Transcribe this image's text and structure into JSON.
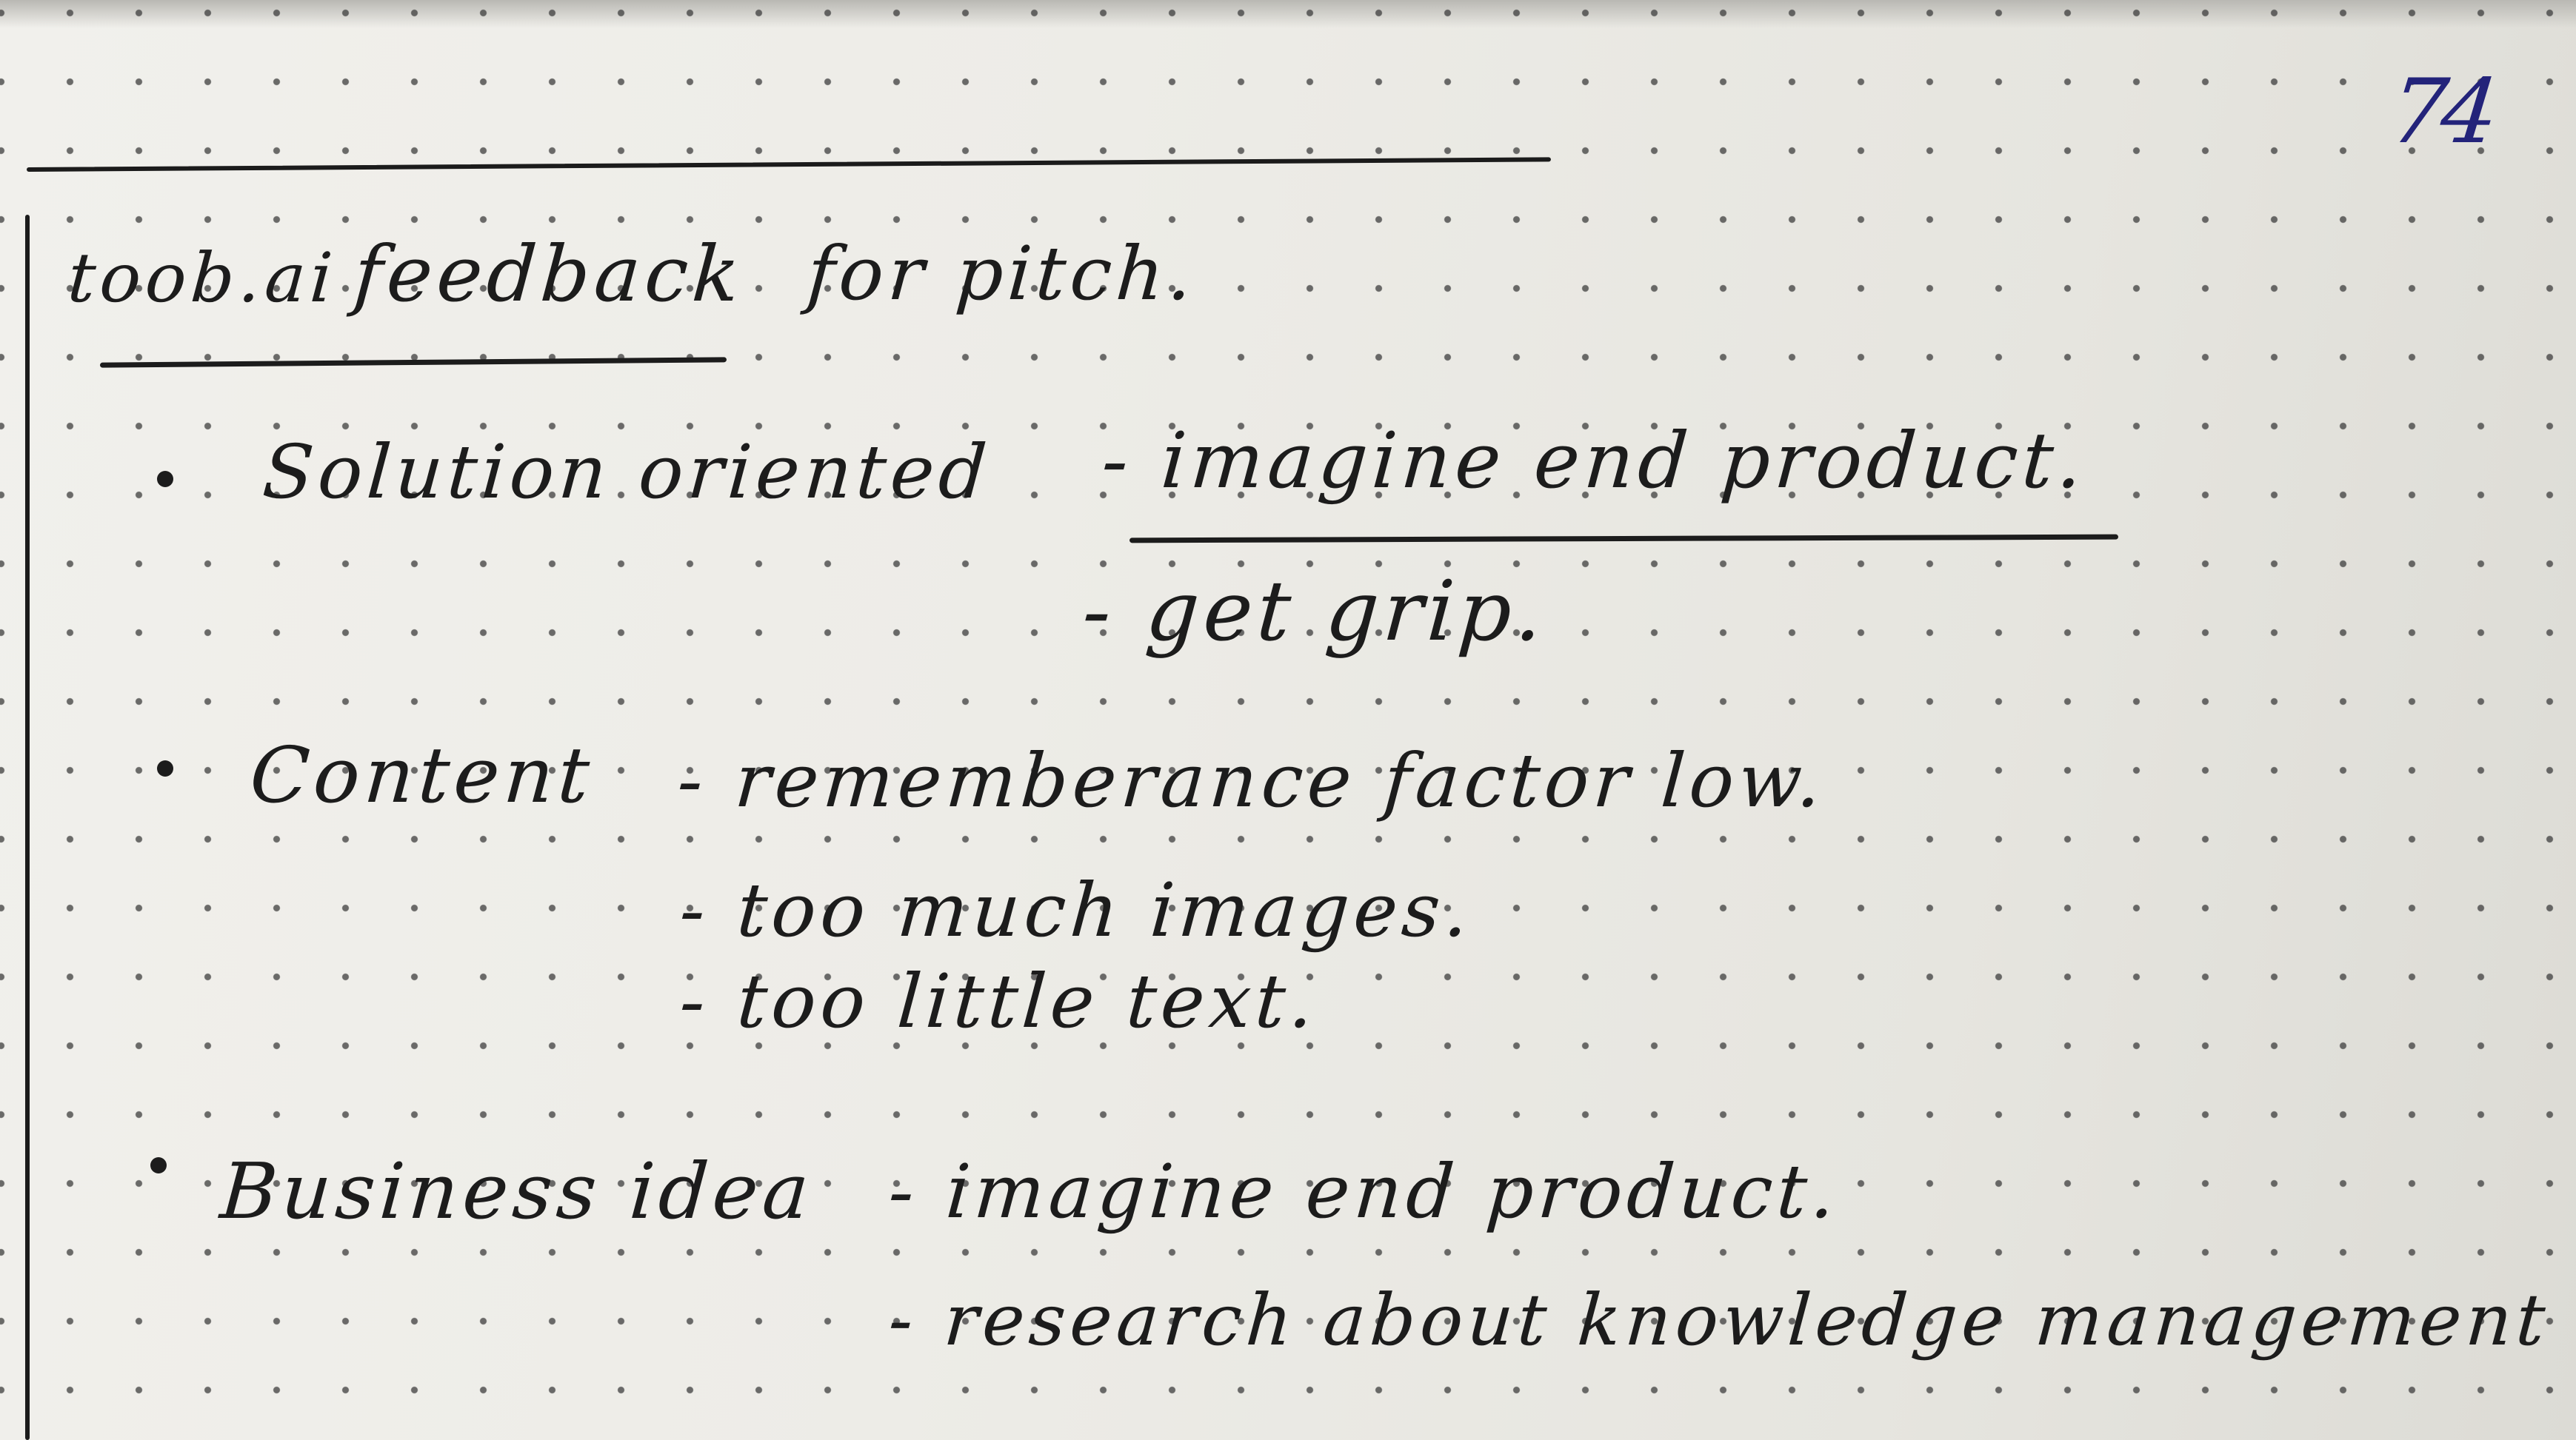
{
  "page_number": "74",
  "heading": {
    "subject": "toob.ai",
    "keyword": "feedback",
    "rest": "for pitch."
  },
  "sections": [
    {
      "bullet": "Solution oriented",
      "points": [
        "- imagine end product.",
        "- get grip."
      ]
    },
    {
      "bullet": "Content",
      "points": [
        "- rememberance factor low.",
        "- too much images.",
        "- too little text."
      ]
    },
    {
      "bullet": "Business idea",
      "points": [
        "- imagine end product.",
        "- research about knowledge management"
      ]
    }
  ],
  "colors": {
    "paper": "#eceae5",
    "ink": "#1c1c1c",
    "page_number_ink": "#23237a"
  }
}
